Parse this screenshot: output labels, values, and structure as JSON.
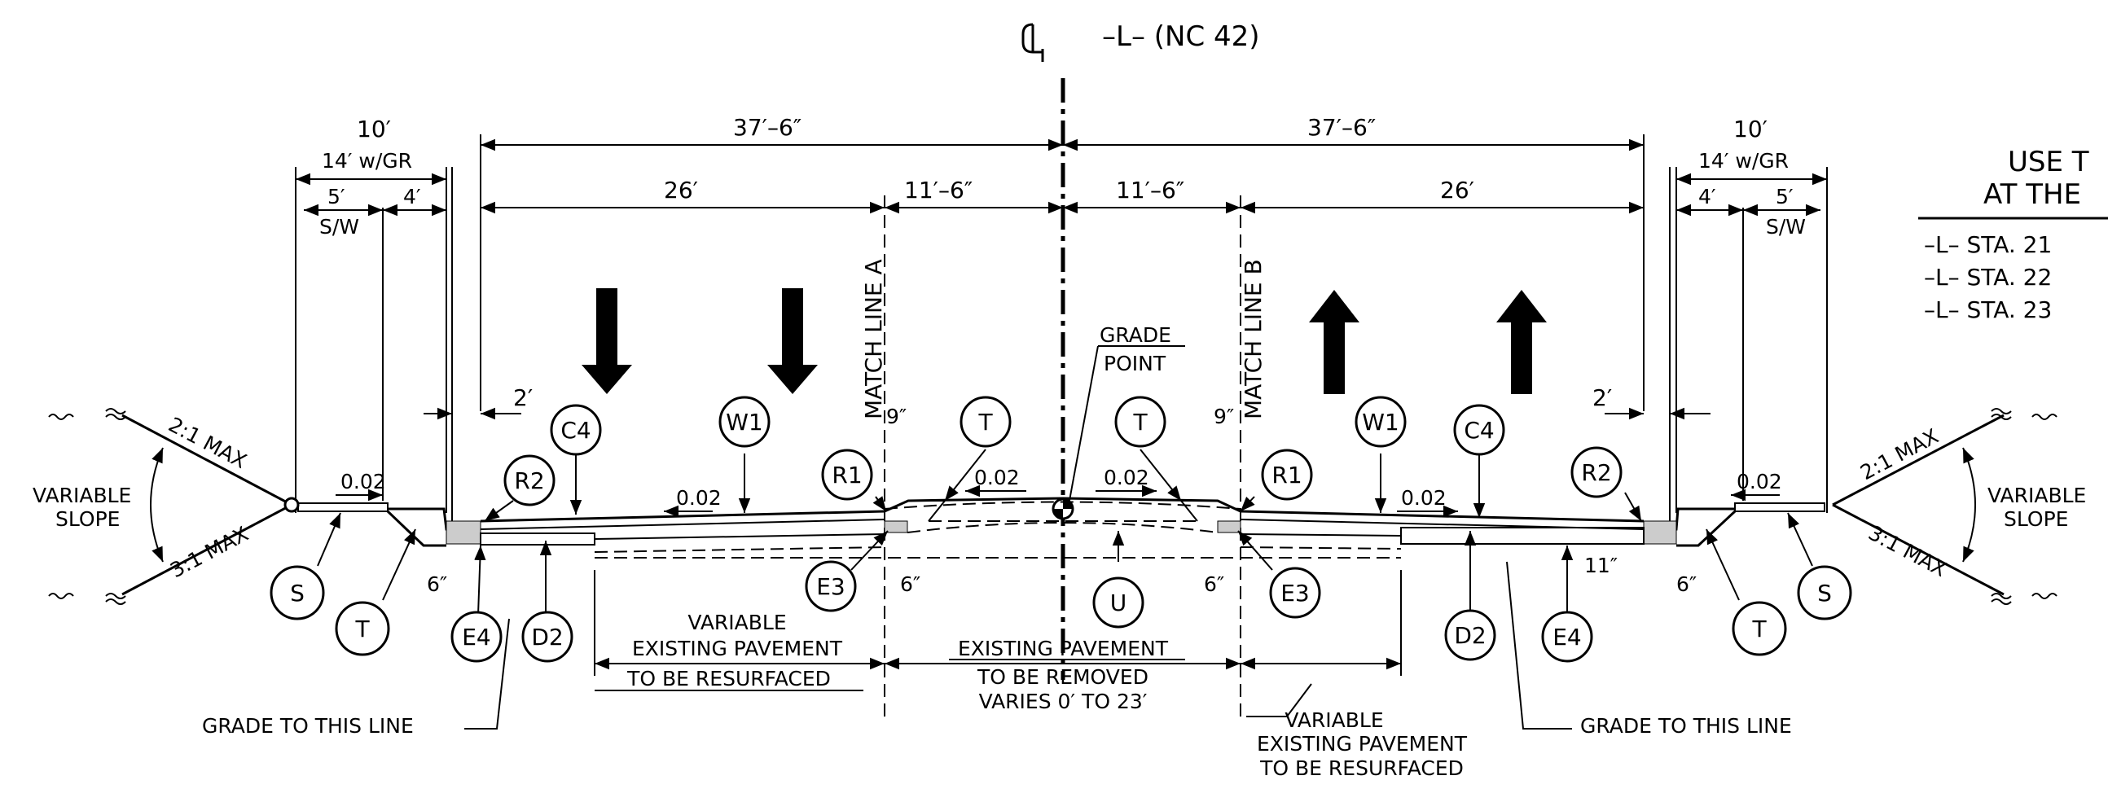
{
  "centerline": {
    "symbol": "CL",
    "label": "–L– (NC  42)"
  },
  "dims": {
    "shoulder_left_top": "10′",
    "shoulder_left_gr": "14′ w/GR",
    "shoulder_right_top": "10′",
    "shoulder_right_gr": "14′ w/GR",
    "half_left": "37′–6″",
    "half_right": "37′–6″",
    "lanes_left": "26′",
    "lanes_right": "26′",
    "inner_left": "11′–6″",
    "inner_right": "11′–6″",
    "sw_left_5": "5′",
    "sw_left_4": "4′",
    "sw_right_4": "4′",
    "sw_right_5": "5′",
    "sw_label_left": "S/W",
    "sw_label_right": "S/W",
    "gutter_left": "2′",
    "gutter_right": "2′",
    "nine_left": "9″",
    "nine_right": "9″",
    "six_1": "6″",
    "six_2": "6″",
    "six_3": "6″",
    "six_4": "6″",
    "eleven": "11″"
  },
  "slopes": {
    "s1": "0.02",
    "s2": "0.02",
    "s3": "0.02",
    "s4": "0.02",
    "s5": "0.02",
    "s6": "0.02",
    "left_upper": "2:1 MAX",
    "left_lower": "3:1 MAX",
    "right_upper": "2:1 MAX",
    "right_lower": "3:1 MAX",
    "variable_left_1": "VARIABLE",
    "variable_left_2": "SLOPE",
    "variable_right_1": "VARIABLE",
    "variable_right_2": "SLOPE"
  },
  "match_lines": {
    "a": "MATCH  LINE  A",
    "b": "MATCH  LINE  B"
  },
  "grade_point": {
    "line1": "GRADE",
    "line2": "POINT"
  },
  "callouts": {
    "c4_left": "C4",
    "w1_left": "W1",
    "r2_left": "R2",
    "r1_left": "R1",
    "t_left_top": "T",
    "s_left": "S",
    "t_left_bot": "T",
    "e4_left": "E4",
    "d2_left": "D2",
    "e3_left": "E3",
    "u": "U",
    "t_right_top": "T",
    "r1_right": "R1",
    "w1_right": "W1",
    "c4_right": "C4",
    "r2_right": "R2",
    "e3_right": "E3",
    "d2_right": "D2",
    "e4_right": "E4",
    "t_right_bot": "T",
    "s_right": "S"
  },
  "notes": {
    "var_left_1": "VARIABLE",
    "var_left_2": "EXISTING  PAVEMENT",
    "var_left_3": "TO  BE  RESURFACED",
    "exist_1": "EXISTING  PAVEMENT",
    "exist_2": "TO  BE  REMOVED",
    "exist_3": "VARIES  0′  TO  23′",
    "var_right_1": "VARIABLE",
    "var_right_2": "EXISTING  PAVEMENT",
    "var_right_3": "TO  BE  RESURFACED",
    "grade_left": "GRADE  TO   THIS  LINE",
    "grade_right": "GRADE  TO   THIS  LINE"
  },
  "table": {
    "title_1": "USE  T",
    "title_2": "AT THE",
    "rows": [
      "–L–  STA. 21",
      "–L–  STA. 22",
      "–L–  STA. 23"
    ]
  }
}
